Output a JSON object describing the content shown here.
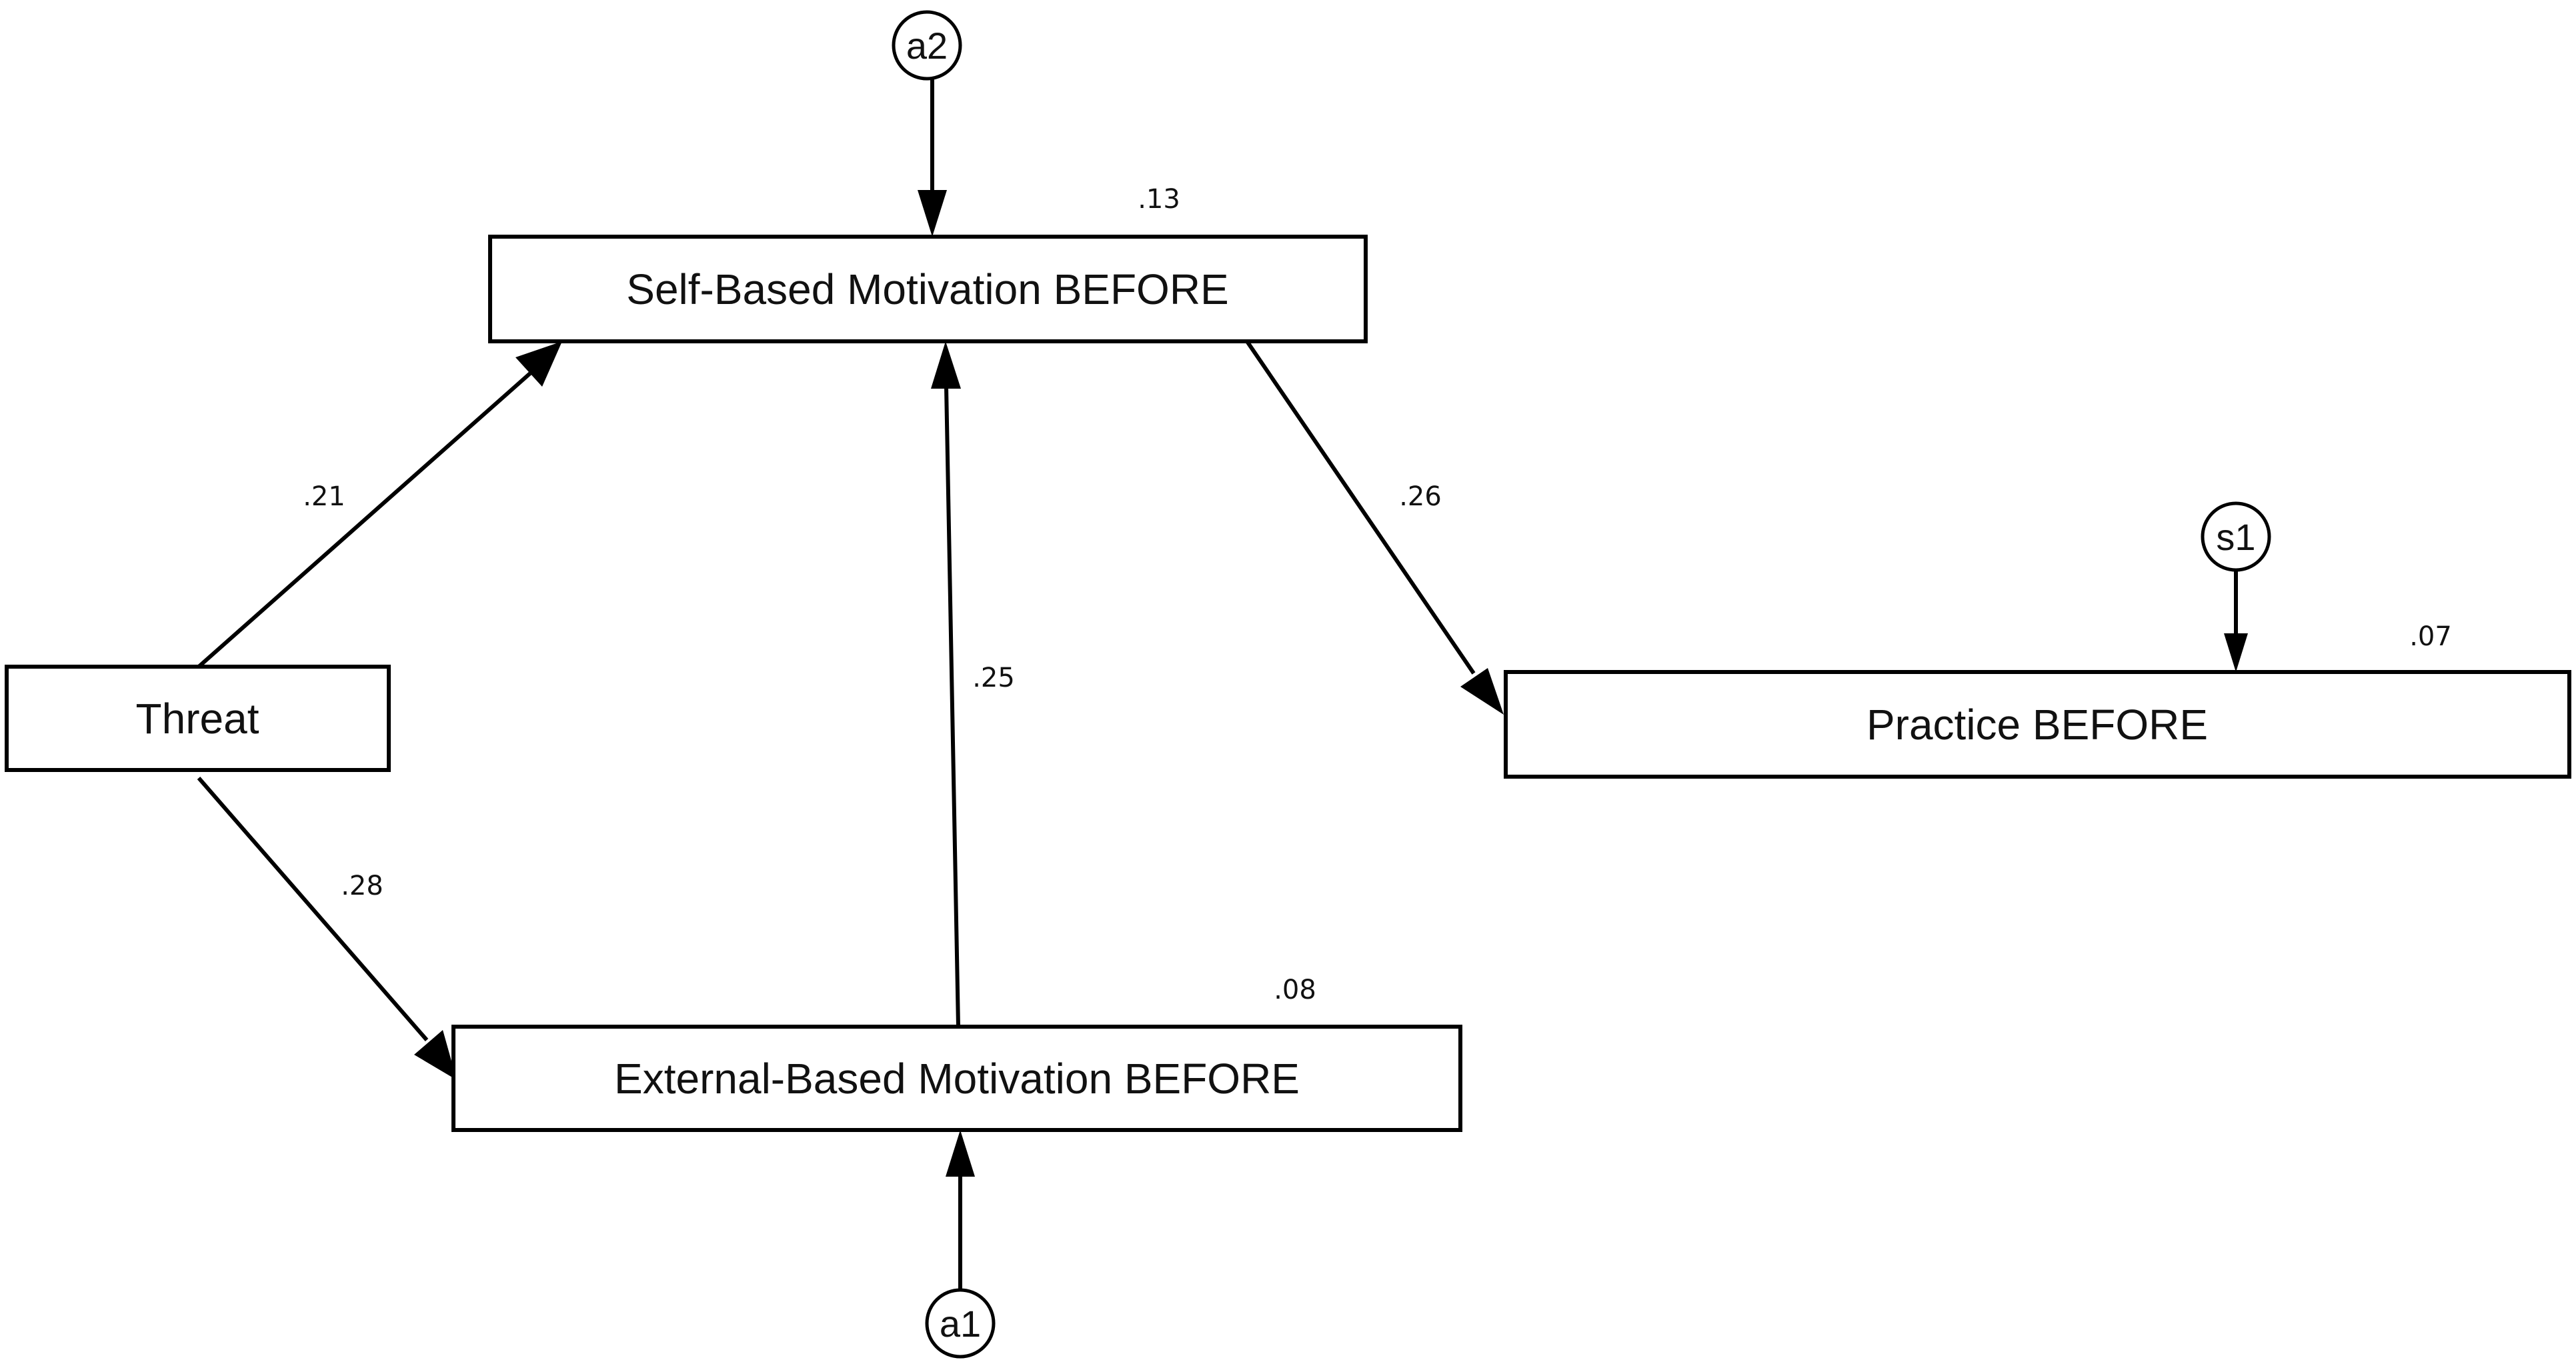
{
  "nodes": {
    "self_based": {
      "label": "Self-Based Motivation BEFORE",
      "r2": ".13"
    },
    "external_based": {
      "label": "External-Based Motivation BEFORE",
      "r2": ".08"
    },
    "threat": {
      "label": "Threat"
    },
    "practice": {
      "label": "Practice BEFORE",
      "r2": ".07"
    }
  },
  "error_terms": {
    "a2": "a2",
    "a1": "a1",
    "s1": "s1"
  },
  "paths": {
    "threat_to_self": ".21",
    "threat_to_external": ".28",
    "external_to_self": ".25",
    "self_to_practice": ".26"
  }
}
